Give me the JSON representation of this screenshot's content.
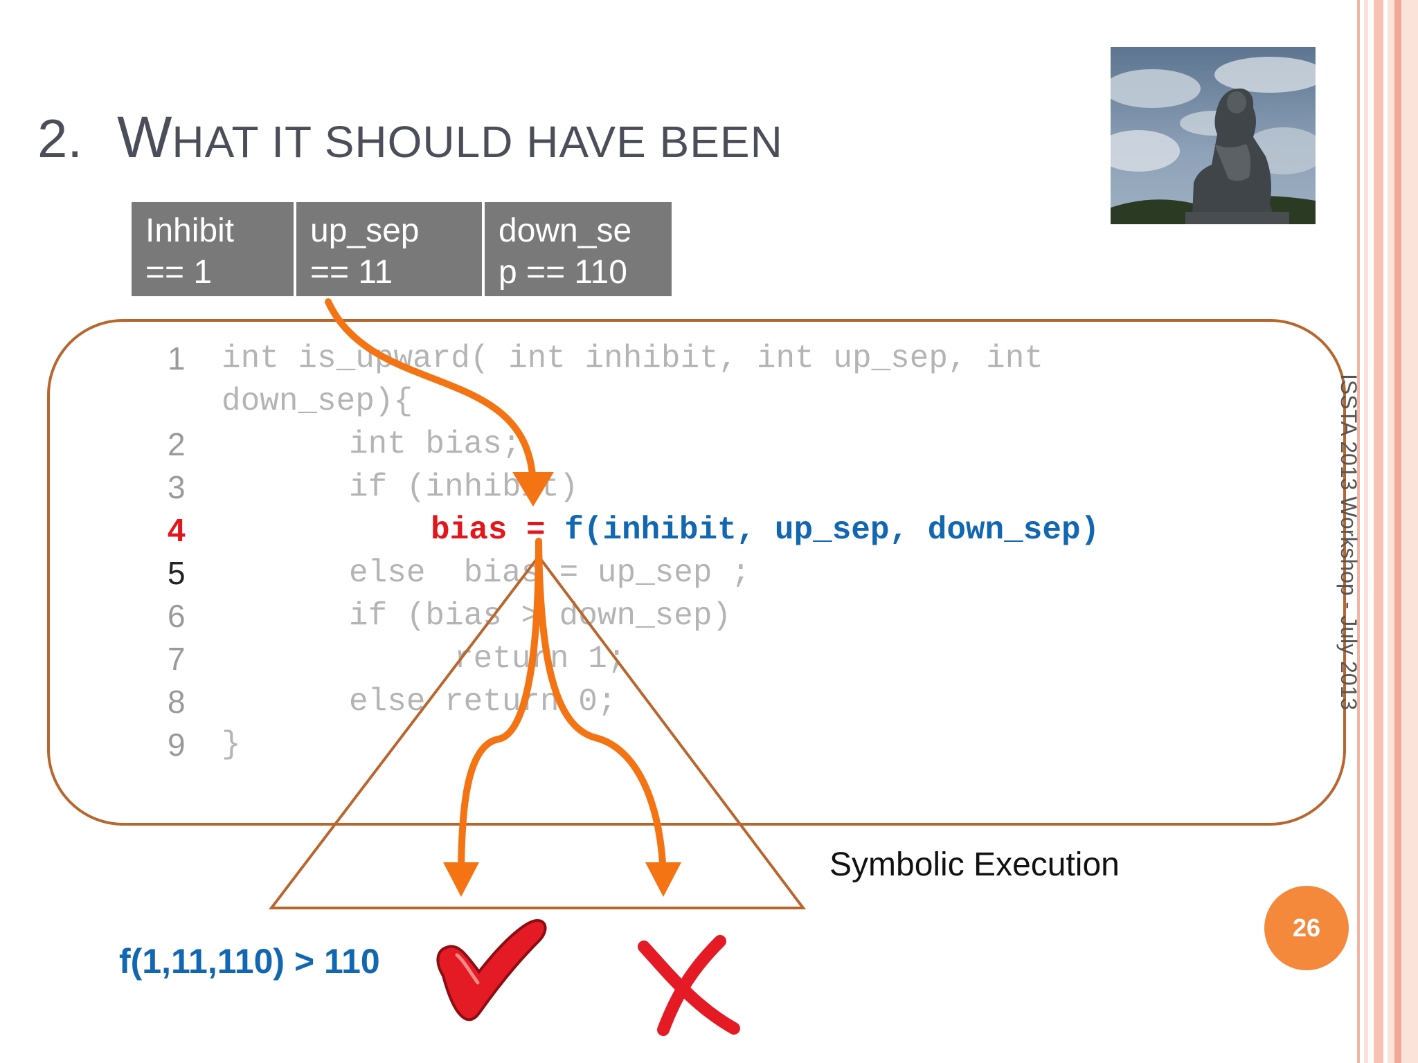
{
  "slide": {
    "title_number": "2.",
    "title_words": [
      "W",
      "HAT IT SHOULD HAVE BEEN"
    ],
    "page_number": "26",
    "vertical_footer": "ISSTA 2013 Workshop - July 2013"
  },
  "inputs": [
    {
      "line1": "Inhibit",
      "line2": "== 1"
    },
    {
      "line1": "up_sep",
      "line2": "== 11"
    },
    {
      "line1": "down_se",
      "line2": "p == 110"
    }
  ],
  "code": {
    "lines": [
      {
        "num": "1",
        "text": "int is_upward( int inhibit, int up_sep, int"
      },
      {
        "num": "",
        "text": "down_sep){"
      },
      {
        "num": "2",
        "text": "int bias;"
      },
      {
        "num": "3",
        "text": "if (inhibit)"
      },
      {
        "num": "4",
        "text_left": "bias = ",
        "text_right": "f(inhibit, up_sep, down_sep)"
      },
      {
        "num": "5",
        "text": "else  bias = up_sep ;"
      },
      {
        "num": "6",
        "text": "if (bias > down_sep)"
      },
      {
        "num": "7",
        "text": "return 1;"
      },
      {
        "num": "8",
        "text": "else return 0;"
      },
      {
        "num": "9",
        "text": "}"
      }
    ]
  },
  "symbolic_label": "Symbolic Execution",
  "formula": "f(1,11,110) > 110",
  "colors": {
    "arrow": "#f47414",
    "container_border": "#b8662e",
    "triangle": "#b8662e",
    "highlight_red": "#e3161c",
    "highlight_blue": "#1167b1",
    "badge": "#f5893b",
    "cell_bg": "#797979"
  },
  "icons": [
    "check-mark-icon",
    "cross-mark-icon"
  ]
}
